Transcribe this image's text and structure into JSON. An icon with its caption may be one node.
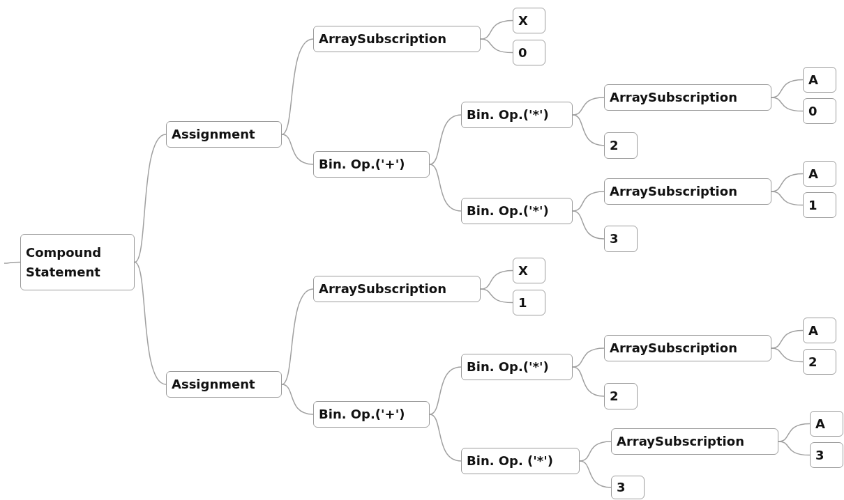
{
  "diagram": {
    "nodes": [
      {
        "text": [
          "Compound Statement"
        ]
      },
      {
        "text": [
          "Assignment"
        ]
      },
      {
        "text": [
          "ArraySubscription"
        ]
      },
      {
        "text": [
          "X"
        ]
      },
      {
        "text": [
          "0"
        ]
      },
      {
        "text": [
          "Bin. Op.('+')"
        ]
      },
      {
        "text": [
          "Bin. Op.('*')"
        ]
      },
      {
        "text": [
          "ArraySubscription"
        ]
      },
      {
        "text": [
          "A"
        ]
      },
      {
        "text": [
          "0"
        ]
      },
      {
        "text": [
          "2"
        ]
      },
      {
        "text": [
          "Bin. Op.('*')"
        ]
      },
      {
        "text": [
          "ArraySubscription"
        ]
      },
      {
        "text": [
          "A"
        ]
      },
      {
        "text": [
          "1"
        ]
      },
      {
        "text": [
          "3"
        ]
      },
      {
        "text": [
          "Assignment"
        ]
      },
      {
        "text": [
          "ArraySubscription"
        ]
      },
      {
        "text": [
          "X"
        ]
      },
      {
        "text": [
          "1"
        ]
      },
      {
        "text": [
          "Bin. Op.('+')"
        ]
      },
      {
        "text": [
          "Bin. Op.('*')"
        ]
      },
      {
        "text": [
          "ArraySubscription"
        ]
      },
      {
        "text": [
          "A"
        ]
      },
      {
        "text": [
          "2"
        ]
      },
      {
        "text": [
          "2"
        ]
      },
      {
        "text": [
          "Bin. Op. ('*')"
        ]
      },
      {
        "text": [
          "ArraySubscription"
        ]
      },
      {
        "text": [
          "A"
        ]
      },
      {
        "text": [
          "3"
        ]
      },
      {
        "text": [
          "3"
        ]
      }
    ],
    "edges": [
      {
        "from": null,
        "to": 0,
        "arrow": "none"
      },
      {
        "from": 0,
        "to": 1,
        "arrow": "none"
      },
      {
        "from": 1,
        "to": 2,
        "arrow": "none"
      },
      {
        "from": 2,
        "to": 3,
        "arrow": "none"
      },
      {
        "from": 2,
        "to": 4,
        "arrow": "none"
      },
      {
        "from": 1,
        "to": 5,
        "arrow": "none"
      },
      {
        "from": 5,
        "to": 6,
        "arrow": "none"
      },
      {
        "from": 6,
        "to": 7,
        "arrow": "none"
      },
      {
        "from": 7,
        "to": 8,
        "arrow": "none"
      },
      {
        "from": 7,
        "to": 9,
        "arrow": "none"
      },
      {
        "from": 6,
        "to": 10,
        "arrow": "none"
      },
      {
        "from": 5,
        "to": 11,
        "arrow": "none"
      },
      {
        "from": 11,
        "to": 12,
        "arrow": "none"
      },
      {
        "from": 12,
        "to": 13,
        "arrow": "none"
      },
      {
        "from": 12,
        "to": 14,
        "arrow": "none"
      },
      {
        "from": 11,
        "to": 15,
        "arrow": "none"
      },
      {
        "from": 0,
        "to": 16,
        "arrow": "none"
      },
      {
        "from": 16,
        "to": 17,
        "arrow": "none"
      },
      {
        "from": 17,
        "to": 18,
        "arrow": "none"
      },
      {
        "from": 17,
        "to": 19,
        "arrow": "none"
      },
      {
        "from": 16,
        "to": 20,
        "arrow": "none"
      },
      {
        "from": 20,
        "to": 21,
        "arrow": "none"
      },
      {
        "from": 21,
        "to": 22,
        "arrow": "none"
      },
      {
        "from": 22,
        "to": 23,
        "arrow": "none"
      },
      {
        "from": 22,
        "to": 24,
        "arrow": "none"
      },
      {
        "from": 21,
        "to": 25,
        "arrow": "none"
      },
      {
        "from": 20,
        "to": 26,
        "arrow": "none"
      },
      {
        "from": 26,
        "to": 27,
        "arrow": "none"
      },
      {
        "from": 27,
        "to": 28,
        "arrow": "none"
      },
      {
        "from": 27,
        "to": 29,
        "arrow": "none"
      },
      {
        "from": 26,
        "to": 30,
        "arrow": "none"
      }
    ]
  }
}
